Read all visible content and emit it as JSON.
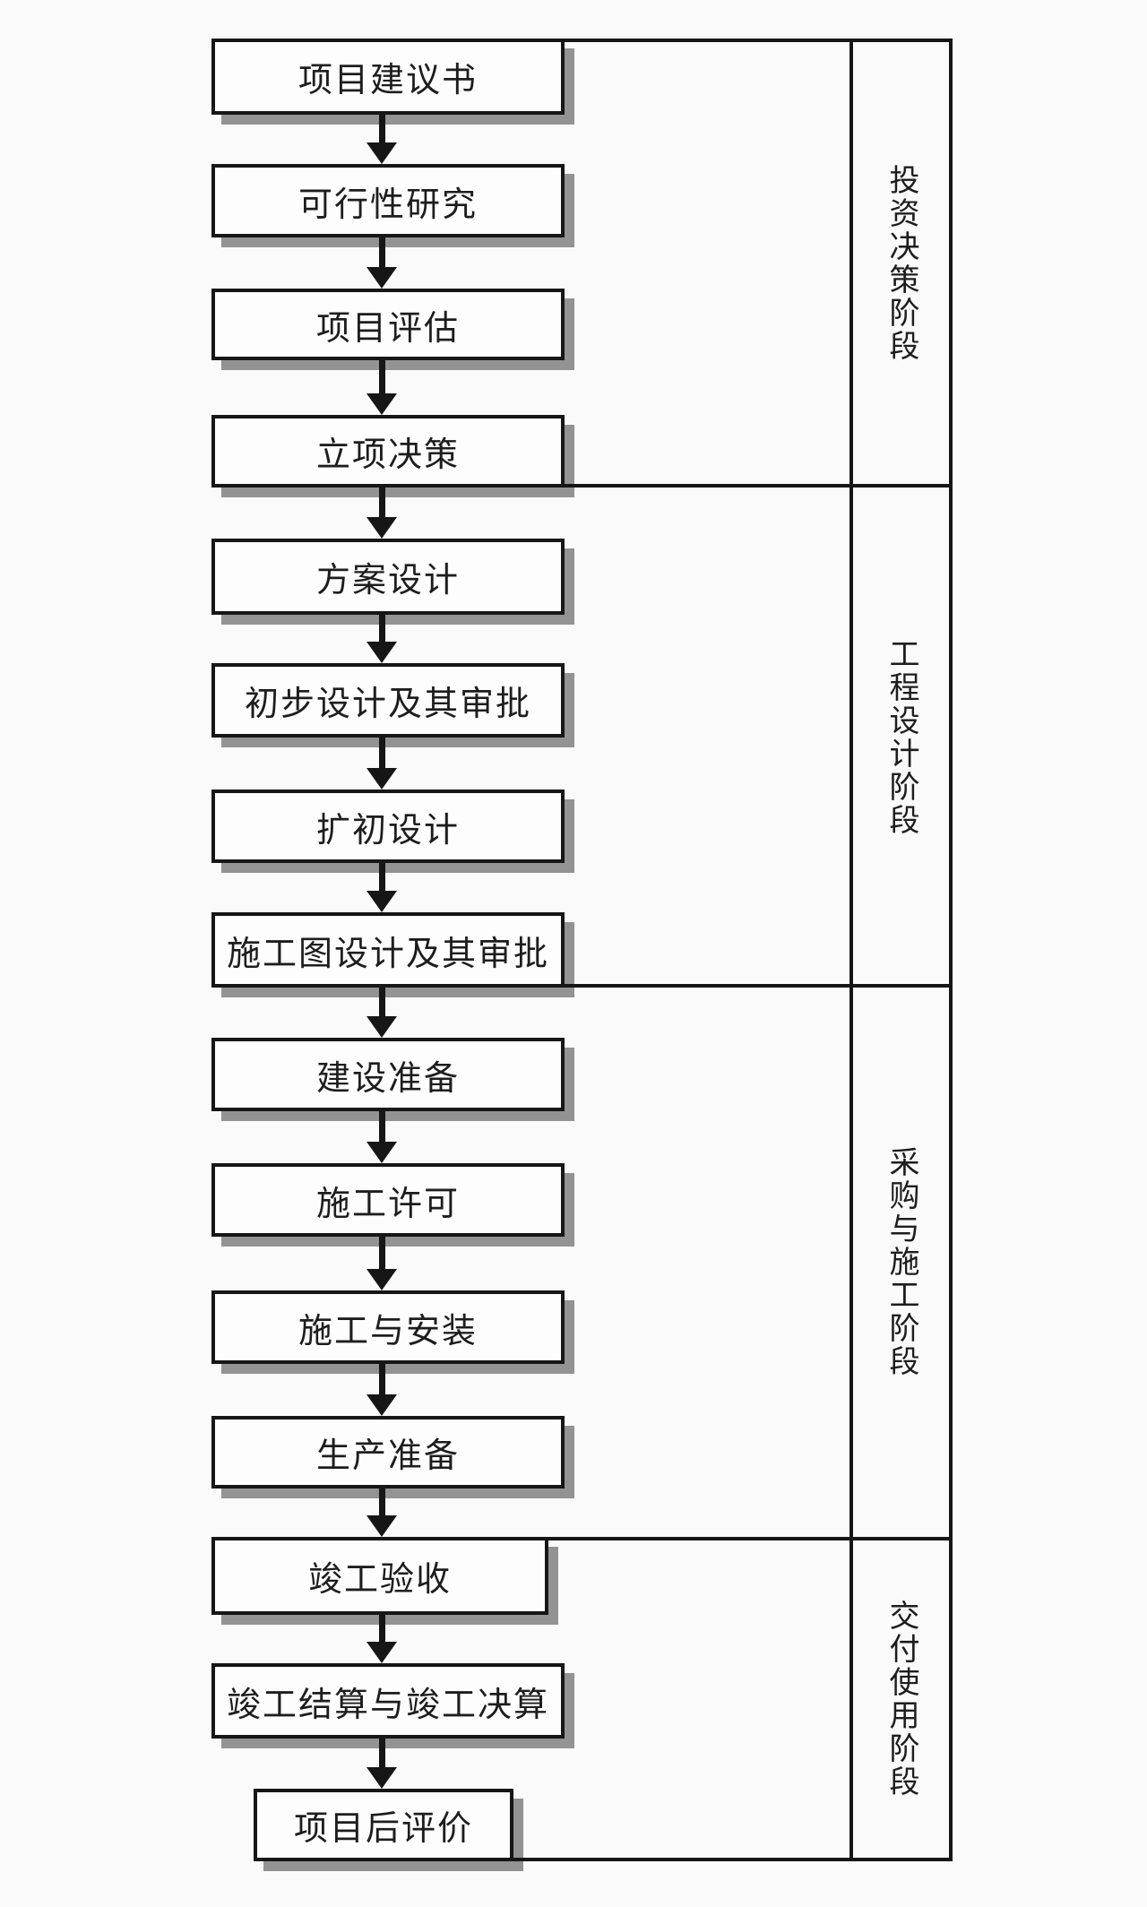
{
  "colors": {
    "ink": "#161616",
    "box_fill": "#fdfdfd",
    "shadow": "#939393",
    "background": "#fafafa",
    "text": "#1d1d1d"
  },
  "flow": {
    "steps": [
      {
        "label": "项目建议书"
      },
      {
        "label": "可行性研究"
      },
      {
        "label": "项目评估"
      },
      {
        "label": "立项决策"
      },
      {
        "label": "方案设计"
      },
      {
        "label": "初步设计及其审批"
      },
      {
        "label": "扩初设计"
      },
      {
        "label": "施工图设计及其审批"
      },
      {
        "label": "建设准备"
      },
      {
        "label": "施工许可"
      },
      {
        "label": "施工与安装"
      },
      {
        "label": "生产准备"
      },
      {
        "label": "竣工验收"
      },
      {
        "label": "竣工结算与竣工决算"
      },
      {
        "label": "项目后评价"
      }
    ],
    "phases": [
      {
        "label": "投资决策阶段",
        "step_start": 1,
        "step_end": 4
      },
      {
        "label": "工程设计阶段",
        "step_start": 5,
        "step_end": 8
      },
      {
        "label": "采购与施工阶段",
        "step_start": 9,
        "step_end": 12
      },
      {
        "label": "交付使用阶段",
        "step_start": 13,
        "step_end": 15
      }
    ]
  }
}
